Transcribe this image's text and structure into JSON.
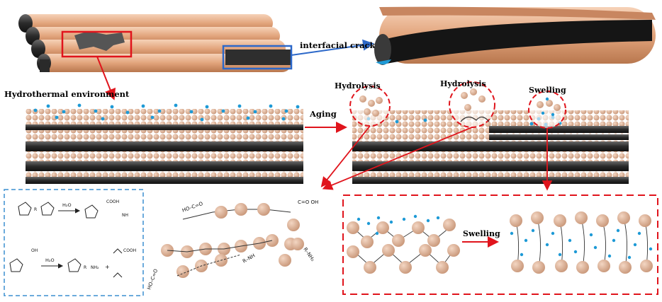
{
  "labels": {
    "interfacial_crack": "interfacial crack",
    "hydrothermal_environment": "Hydrothermal environment",
    "aging": "Aging",
    "hydrolysis_1": "Hydrolysis",
    "hydrolysis_2": "Hydrolysis",
    "swelling_top": "Swelling",
    "swelling_arrow": "Swelling"
  },
  "chem": {
    "water_1": "H₂O",
    "water_2": "H₂O",
    "r1": "R",
    "r2": "R",
    "nh": "NH",
    "cooh": "COOH",
    "oh": "OH",
    "nh2_1": "NH₂",
    "plus": "+",
    "cooh2": "COOH",
    "hooc_left": "HO–C=O",
    "cooh_top": "C=O OH",
    "rnh_1": "R–NH",
    "rnh_2": "R–NH₂",
    "hooc_bottom": "HO–C=O"
  },
  "colors": {
    "fiber": "#e6b08e",
    "fiber_dark": "#2b2b2b",
    "bead": "#d9b097",
    "water": "#1e9ad6",
    "red": "#e0141c",
    "blue": "#2c68c9",
    "dashed_blue": "#3b8fd0"
  }
}
